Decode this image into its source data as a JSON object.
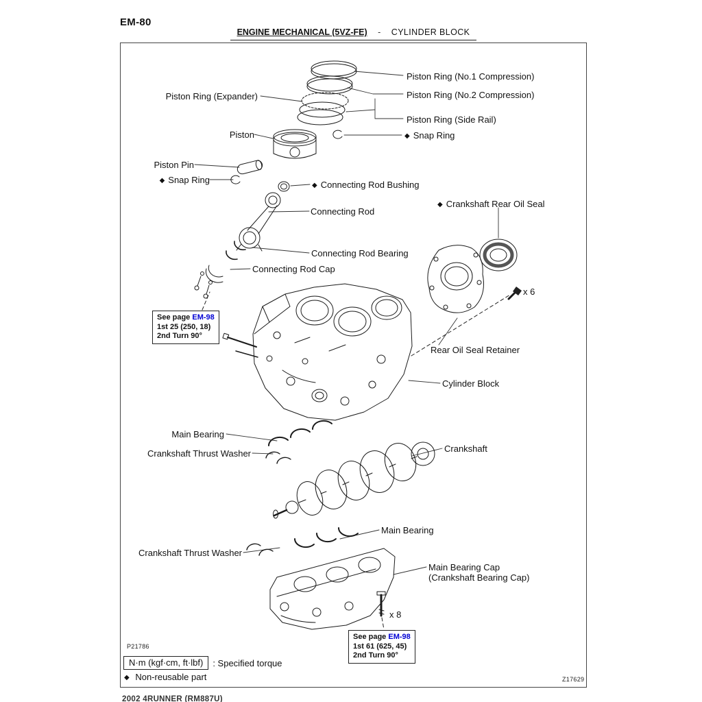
{
  "page": {
    "page_number": "EM-80",
    "header": {
      "section": "ENGINE MECHANICAL  (5VZ-FE)",
      "separator": "-",
      "topic": "CYLINDER BLOCK"
    },
    "footer": "2002 4RUNNER   (RM887U)"
  },
  "diagram": {
    "figure_code_left": "P21786",
    "figure_code_right": "Z17629",
    "diamond": "◆",
    "labels": {
      "piston_ring_no1": "Piston Ring (No.1 Compression)",
      "piston_ring_expander": "Piston Ring (Expander)",
      "piston_ring_no2": "Piston Ring (No.2 Compression)",
      "piston_ring_side_rail": "Piston Ring (Side Rail)",
      "piston": "Piston",
      "snap_ring_right": "Snap Ring",
      "piston_pin": "Piston Pin",
      "snap_ring_left": "Snap Ring",
      "connecting_rod_bushing": "Connecting Rod Bushing",
      "connecting_rod": "Connecting Rod",
      "crankshaft_rear_oil_seal": "Crankshaft Rear Oil Seal",
      "connecting_rod_bearing": "Connecting Rod Bearing",
      "connecting_rod_cap": "Connecting Rod Cap",
      "bolt_count_6": "x 6",
      "rear_oil_seal_retainer": "Rear Oil Seal Retainer",
      "cylinder_block": "Cylinder Block",
      "main_bearing_upper": "Main Bearing",
      "crankshaft_thrust_washer_upper": "Crankshaft Thrust Washer",
      "crankshaft": "Crankshaft",
      "main_bearing_lower": "Main Bearing",
      "crankshaft_thrust_washer_lower": "Crankshaft Thrust Washer",
      "main_bearing_cap_line1": "Main Bearing Cap",
      "main_bearing_cap_line2": "(Crankshaft Bearing Cap)",
      "bolt_count_8": "x 8"
    },
    "torque_notes": {
      "connecting_rod_cap": {
        "see_page": "See page",
        "page_ref": "EM-98",
        "spec": "1st 25 (250, 18)",
        "step2": "2nd Turn 90°"
      },
      "main_bearing_cap": {
        "see_page": "See page",
        "page_ref": "EM-98",
        "spec": "1st 61 (625, 45)",
        "step2": "2nd Turn 90°"
      }
    },
    "legend": {
      "torque_unit": "N·m (kgf·cm, ft·lbf)",
      "torque_desc": ": Specified torque",
      "non_reusable": "Non-reusable part"
    },
    "colors": {
      "link_blue": "#0000d4"
    }
  }
}
